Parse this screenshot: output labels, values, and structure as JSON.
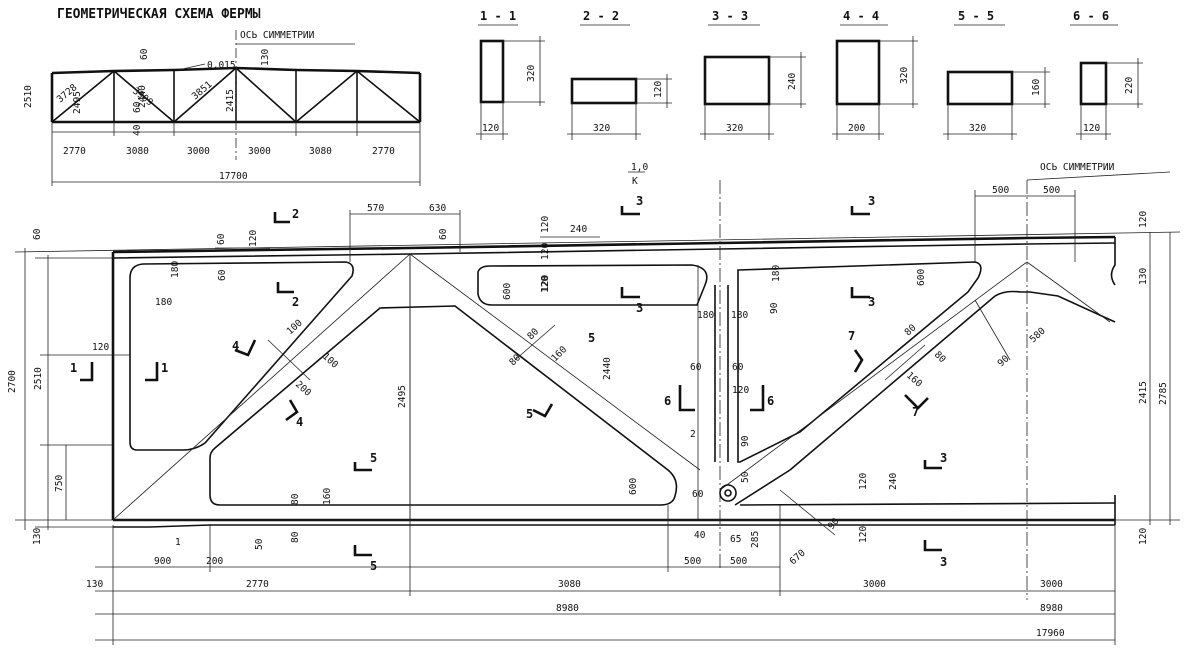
{
  "title": "ГЕОМЕТРИЧЕСКАЯ СХЕМА ФЕРМЫ",
  "axis_label_small": "ОСЬ СИММЕТРИИ",
  "axis_label_main": "ОСЬ СИММЕТРИИ",
  "scheme": {
    "slope": "0,015",
    "dims_vertical": [
      "2510",
      "2495",
      "60",
      "2440",
      "60",
      "40",
      "2415",
      "130",
      "60"
    ],
    "members": [
      "3728",
      "3909",
      "3851"
    ],
    "bottom_spans": [
      "2770",
      "3080",
      "3000",
      "3000",
      "3080",
      "2770"
    ],
    "total": "17700"
  },
  "sections": [
    {
      "label": "1 - 1",
      "w": "120",
      "h": "320"
    },
    {
      "label": "2 - 2",
      "w": "320",
      "h": "120"
    },
    {
      "label": "3 - 3",
      "w": "320",
      "h": "240"
    },
    {
      "label": "4 - 4",
      "w": "200",
      "h": "320"
    },
    {
      "label": "5 - 5",
      "w": "320",
      "h": "160"
    },
    {
      "label": "6 - 6",
      "w": "120",
      "h": "220"
    }
  ],
  "cut_marks": [
    "1",
    "1",
    "2",
    "2",
    "3",
    "3",
    "3",
    "4",
    "4",
    "5",
    "5",
    "5",
    "6",
    "6",
    "7",
    "7",
    "3",
    "3"
  ],
  "center_mark": {
    "top": "1,0",
    "bottom": "К"
  },
  "node_labels": [
    "1",
    "2"
  ],
  "dims": {
    "top": [
      "570",
      "630",
      "500",
      "500"
    ],
    "top_small": [
      "60",
      "120",
      "60",
      "120",
      "240",
      "120"
    ],
    "inner": [
      "180",
      "180",
      "60",
      "120",
      "600",
      "120",
      "180",
      "180",
      "90",
      "180",
      "600"
    ],
    "diag": [
      "100",
      "100",
      "200",
      "80",
      "80",
      "160",
      "80",
      "80",
      "160",
      "90",
      "580"
    ],
    "middle": [
      "60",
      "60",
      "120",
      "2",
      "90",
      "50"
    ],
    "left_v": [
      "2700",
      "2510",
      "120",
      "750",
      "130",
      "60"
    ],
    "mid_v": [
      "2495",
      "2440"
    ],
    "right_v": [
      "120",
      "130",
      "2415",
      "2785",
      "120"
    ],
    "bottom_small": [
      "80",
      "160",
      "80",
      "50",
      "600",
      "60",
      "40",
      "120",
      "240",
      "120",
      "65",
      "285",
      "90",
      "670"
    ],
    "bottom_row1": [
      "130",
      "900",
      "200",
      "500",
      "500"
    ],
    "bottom_row2": [
      "130",
      "2770",
      "3080",
      "3000",
      "3000"
    ],
    "halves": [
      "8980",
      "8980"
    ],
    "overall": "17960"
  }
}
